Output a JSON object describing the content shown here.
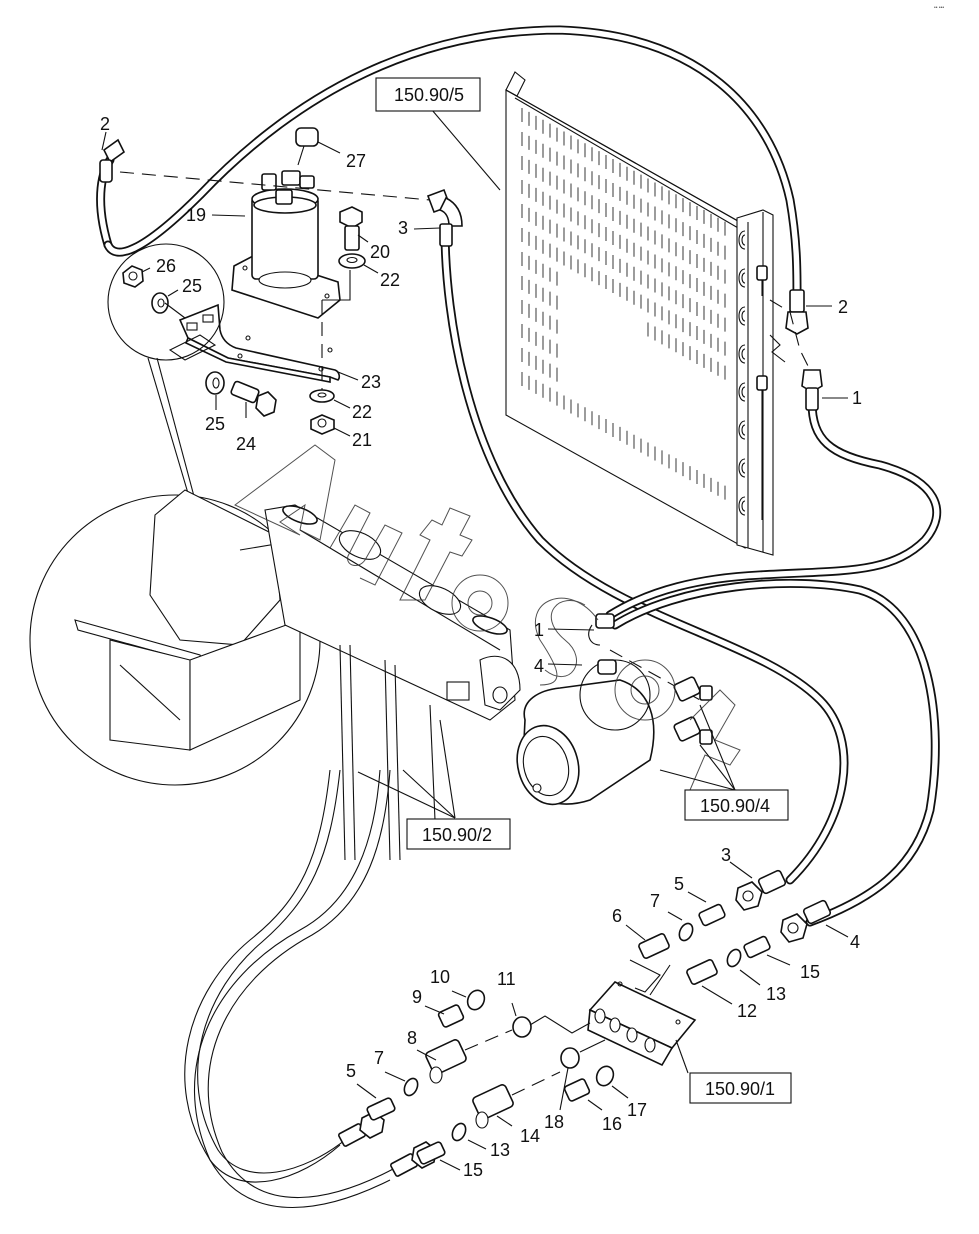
{
  "diagram": {
    "type": "exploded-parts-view",
    "subject": "Air conditioning system hoses, condenser, receiver-drier and compressor connections",
    "corner_mark": "•• •••",
    "watermark": "AutoSoft",
    "reference_boxes": [
      {
        "id": "ref-condenser",
        "text": "150.90/5"
      },
      {
        "id": "ref-compressor",
        "text": "150.90/4"
      },
      {
        "id": "ref-cab-frame",
        "text": "150.90/2"
      },
      {
        "id": "ref-bracket",
        "text": "150.90/1"
      }
    ],
    "callouts": [
      {
        "id": "c-2-left",
        "text": "2"
      },
      {
        "id": "c-27",
        "text": "27"
      },
      {
        "id": "c-19",
        "text": "19"
      },
      {
        "id": "c-3-top",
        "text": "3"
      },
      {
        "id": "c-20",
        "text": "20"
      },
      {
        "id": "c-22-top",
        "text": "22"
      },
      {
        "id": "c-26",
        "text": "26"
      },
      {
        "id": "c-25-top",
        "text": "25"
      },
      {
        "id": "c-23",
        "text": "23"
      },
      {
        "id": "c-25-bottom",
        "text": "25"
      },
      {
        "id": "c-24",
        "text": "24"
      },
      {
        "id": "c-22-bottom",
        "text": "22"
      },
      {
        "id": "c-21",
        "text": "21"
      },
      {
        "id": "c-2-right",
        "text": "2"
      },
      {
        "id": "c-1-right",
        "text": "1"
      },
      {
        "id": "c-1-comp",
        "text": "1"
      },
      {
        "id": "c-4-comp",
        "text": "4"
      },
      {
        "id": "c-3-lower",
        "text": "3"
      },
      {
        "id": "c-5-upper",
        "text": "5"
      },
      {
        "id": "c-7-upper",
        "text": "7"
      },
      {
        "id": "c-6",
        "text": "6"
      },
      {
        "id": "c-4-lower",
        "text": "4"
      },
      {
        "id": "c-15-upper",
        "text": "15"
      },
      {
        "id": "c-13-upper",
        "text": "13"
      },
      {
        "id": "c-12",
        "text": "12"
      },
      {
        "id": "c-10",
        "text": "10"
      },
      {
        "id": "c-9",
        "text": "9"
      },
      {
        "id": "c-11",
        "text": "11"
      },
      {
        "id": "c-8",
        "text": "8"
      },
      {
        "id": "c-7-lower",
        "text": "7"
      },
      {
        "id": "c-5-lower",
        "text": "5"
      },
      {
        "id": "c-14",
        "text": "14"
      },
      {
        "id": "c-18",
        "text": "18"
      },
      {
        "id": "c-16",
        "text": "16"
      },
      {
        "id": "c-17",
        "text": "17"
      },
      {
        "id": "c-13-lower",
        "text": "13"
      },
      {
        "id": "c-15-lower",
        "text": "15"
      }
    ]
  }
}
